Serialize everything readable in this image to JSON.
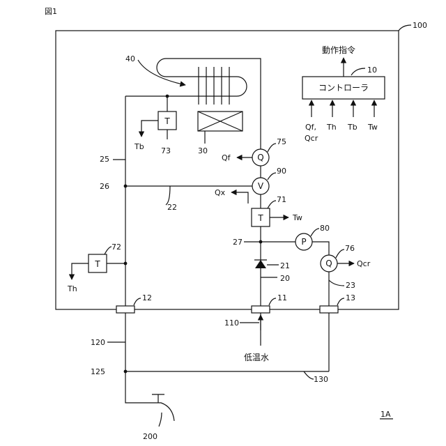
{
  "figure_label": "図1",
  "system_ref": "1A",
  "boundary_ref": "100",
  "controller": {
    "ref": "10",
    "label": "コントローラ",
    "output": "動作指令",
    "inputs": [
      "Qf,",
      "Qcr",
      "Th",
      "Tb",
      "Tw"
    ]
  },
  "heat_exchanger_ref": "40",
  "burner_ref": "30",
  "sensors": {
    "s73": {
      "symbol": "T",
      "ref": "73",
      "out": "Tb"
    },
    "s72": {
      "symbol": "T",
      "ref": "72",
      "out": "Th"
    },
    "s71": {
      "symbol": "T",
      "ref": "71",
      "out": "Tw"
    },
    "s75": {
      "symbol": "Q",
      "ref": "75",
      "out": "Qf"
    },
    "s76": {
      "symbol": "Q",
      "ref": "76",
      "out": "Qcr"
    },
    "v90": {
      "symbol": "V",
      "ref": "90",
      "out": "Qx"
    },
    "p80": {
      "symbol": "P",
      "ref": "80"
    }
  },
  "refs": {
    "r25": "25",
    "r26": "26",
    "r22": "22",
    "r27": "27",
    "r21": "21",
    "r20": "20",
    "r23": "23",
    "r12": "12",
    "r11": "11",
    "r13": "13",
    "r110": "110",
    "r120": "120",
    "r125": "125",
    "r130": "130",
    "r200": "200"
  },
  "inlet_label": "低温水"
}
